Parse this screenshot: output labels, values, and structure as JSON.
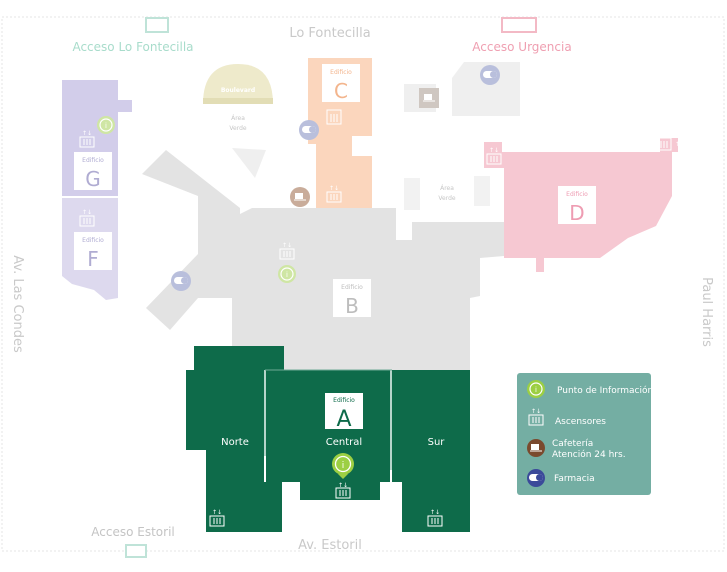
{
  "streets": {
    "north": "Lo Fontecilla",
    "south": "Av. Estoril",
    "west": "Av. Las Condes",
    "east": "Paul Harris"
  },
  "accesses": {
    "fontecilla": "Acceso Lo Fontecilla",
    "urgencia": "Acceso Urgencia",
    "estoril": "Acceso Estoril"
  },
  "buildings": {
    "edificio_label": "Edificio",
    "a": "A",
    "b": "B",
    "c": "C",
    "d": "D",
    "f": "F",
    "g": "G"
  },
  "sections": {
    "norte": "Norte",
    "central": "Central",
    "sur": "Sur"
  },
  "areas": {
    "boulevard": "Boulevard",
    "area": "Área",
    "verde": "Verde"
  },
  "legend": {
    "info": "Punto de Información",
    "elevators": "Ascensores",
    "cafe_line1": "Cafetería",
    "cafe_line2": "Atención 24 hrs.",
    "pharmacy": "Farmacia"
  },
  "colors": {
    "building_a": "#0e6b4a",
    "building_b": "#e3e3e3",
    "building_c": "#fbd6bd",
    "building_d": "#f6c8d2",
    "building_fg": "#d2cdea",
    "info": "#9ccf43",
    "cafe": "#7a4a2e",
    "pharmacy": "#3b4a9a",
    "legend_bg": "#74aea3"
  }
}
